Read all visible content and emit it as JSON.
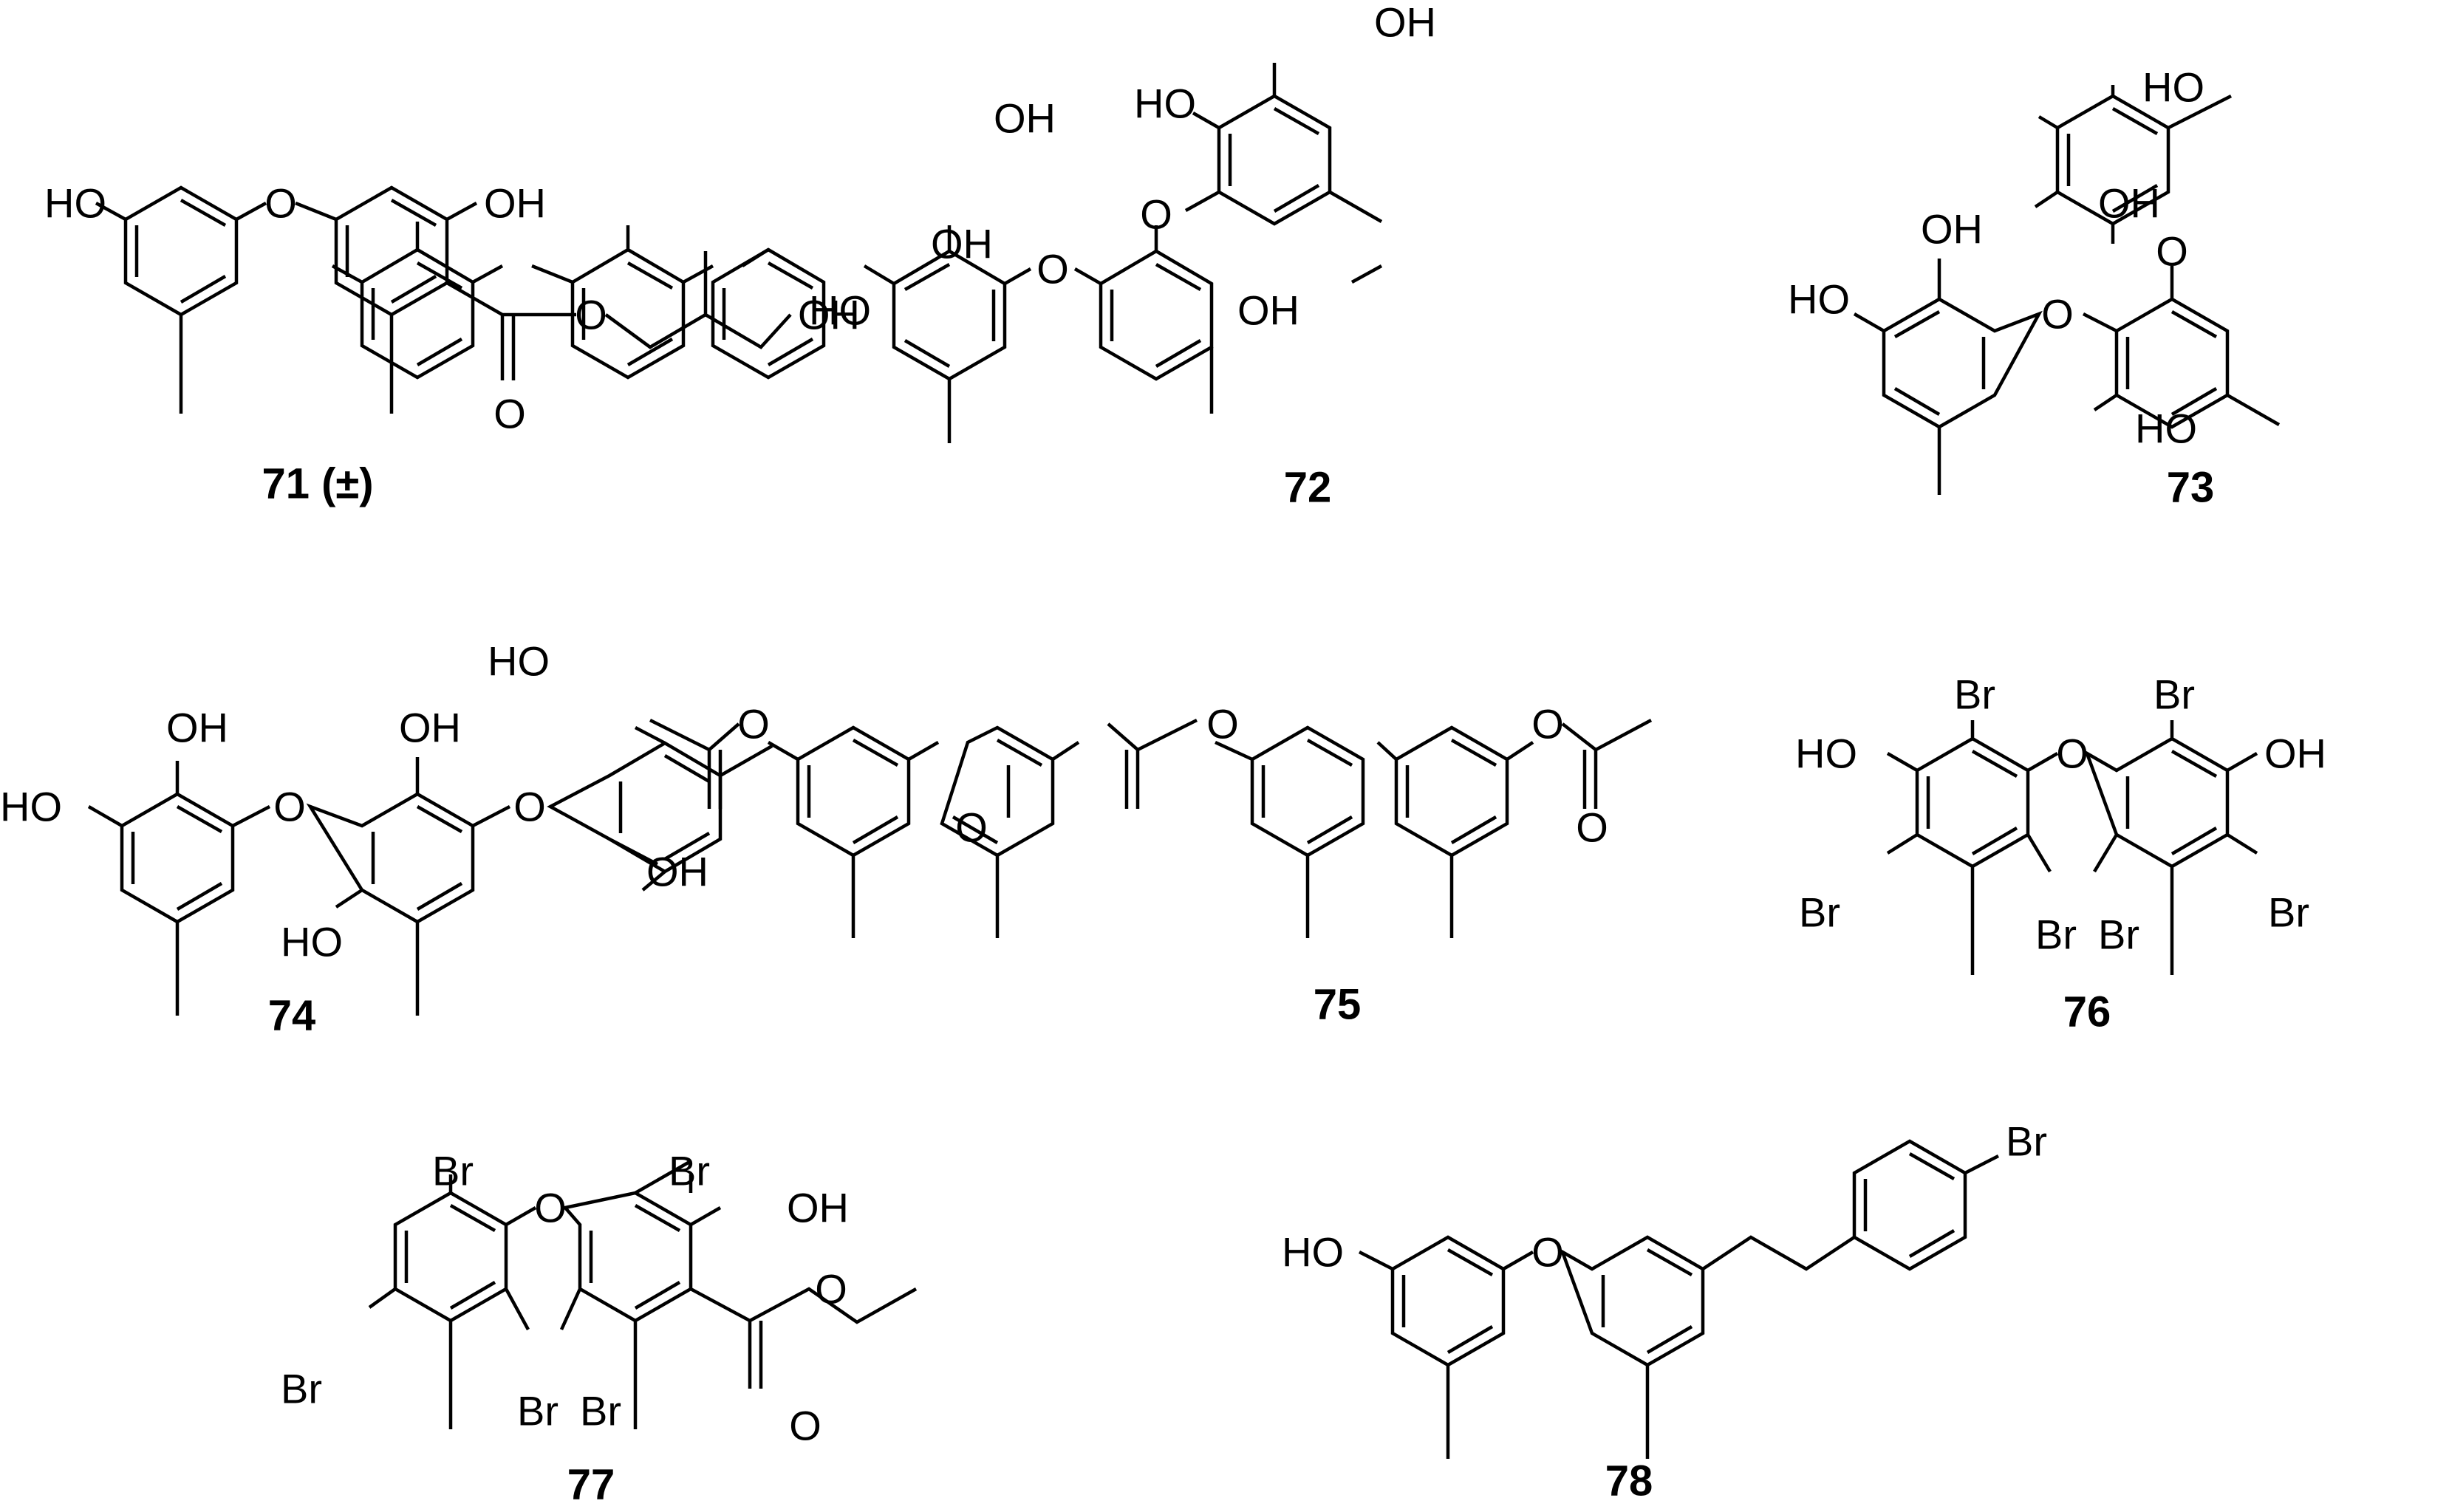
{
  "compounds": [
    {
      "id": "c71",
      "label": "71 (±)"
    },
    {
      "id": "c72",
      "label": "72"
    },
    {
      "id": "c73",
      "label": "73"
    },
    {
      "id": "c74",
      "label": "74"
    },
    {
      "id": "c75",
      "label": "75"
    },
    {
      "id": "c76",
      "label": "76"
    },
    {
      "id": "c77",
      "label": "77"
    },
    {
      "id": "c78",
      "label": "78"
    }
  ],
  "atoms": {
    "oh": "OH",
    "ho": "HO",
    "o": "O",
    "br": "Br"
  }
}
